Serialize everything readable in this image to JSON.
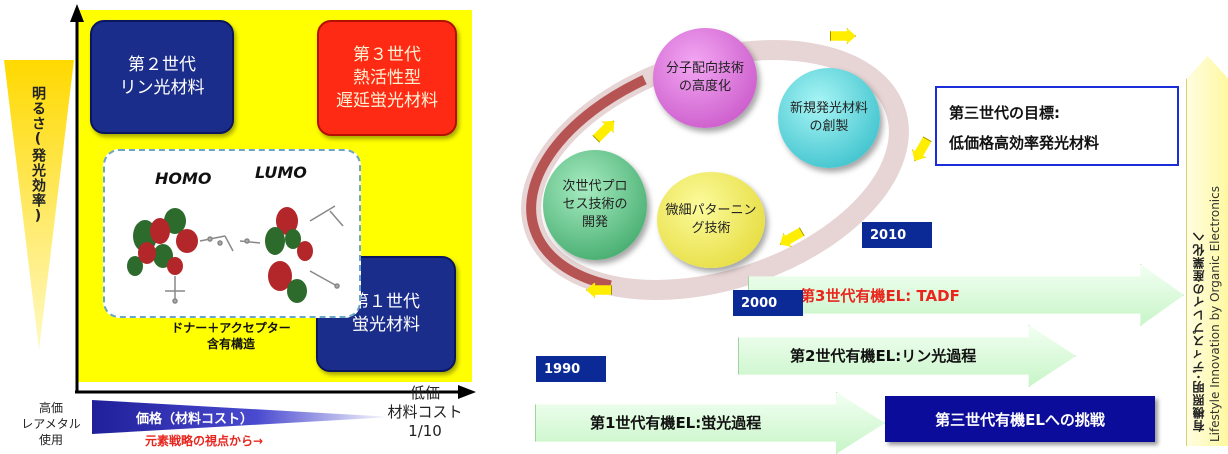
{
  "left": {
    "y_axis_label": "明るさ(発光効率)",
    "gen2": {
      "line1": "第２世代",
      "line2": "リン光材料"
    },
    "gen3": {
      "line1": "第３世代",
      "line2": "熱活性型",
      "line3": "遅延蛍光材料"
    },
    "gen1": {
      "line1": "第１世代",
      "line2": "蛍光材料"
    },
    "homo_label": "HOMO",
    "lumo_label": "LUMO",
    "structure_line1": "ドナー＋アクセプター",
    "structure_line2": "含有構造",
    "high_price_line1": "高価",
    "high_price_line2": "レアメタル使用",
    "price_label": "価格（材料コスト）",
    "low_price_line1": "低価",
    "low_price_line2": "材料コスト",
    "low_price_line3": "1/10",
    "element_strategy": "元素戦略の視点から→"
  },
  "cycle": {
    "bubble_orientation": {
      "line1": "分子配向技術",
      "line2": "の高度化"
    },
    "bubble_new_material": {
      "line1": "新規発光材料",
      "line2": "の創製"
    },
    "bubble_process": {
      "line1": "次世代プロ",
      "line2": "セス技術の",
      "line3": "開発"
    },
    "bubble_patterning": {
      "line1": "微細パターニン",
      "line2": "グ技術"
    }
  },
  "goal": {
    "line1": "第三世代の目標:",
    "line2": "低価格高効率発光材料"
  },
  "timeline": {
    "year_2010": "2010",
    "gen3_label": "第3世代有機EL: TADF",
    "year_2000": "2000",
    "gen2_label": "第2世代有機EL:リン光過程",
    "year_1990": "1990",
    "gen1_label": "第1世代有機EL:蛍光過程",
    "challenge": "第三世代有機ELへの挑戦"
  },
  "right_banner": {
    "jp": "有機照明･ディスプレイの産業化へ",
    "en": "Lifestyle Innovation by Organic Electronics"
  },
  "colors": {
    "panel_yellow": "#ffff00",
    "gen_blue": "#1b2d8a",
    "gen_red": "#ff2a14",
    "tadf_red": "#e8261e"
  }
}
